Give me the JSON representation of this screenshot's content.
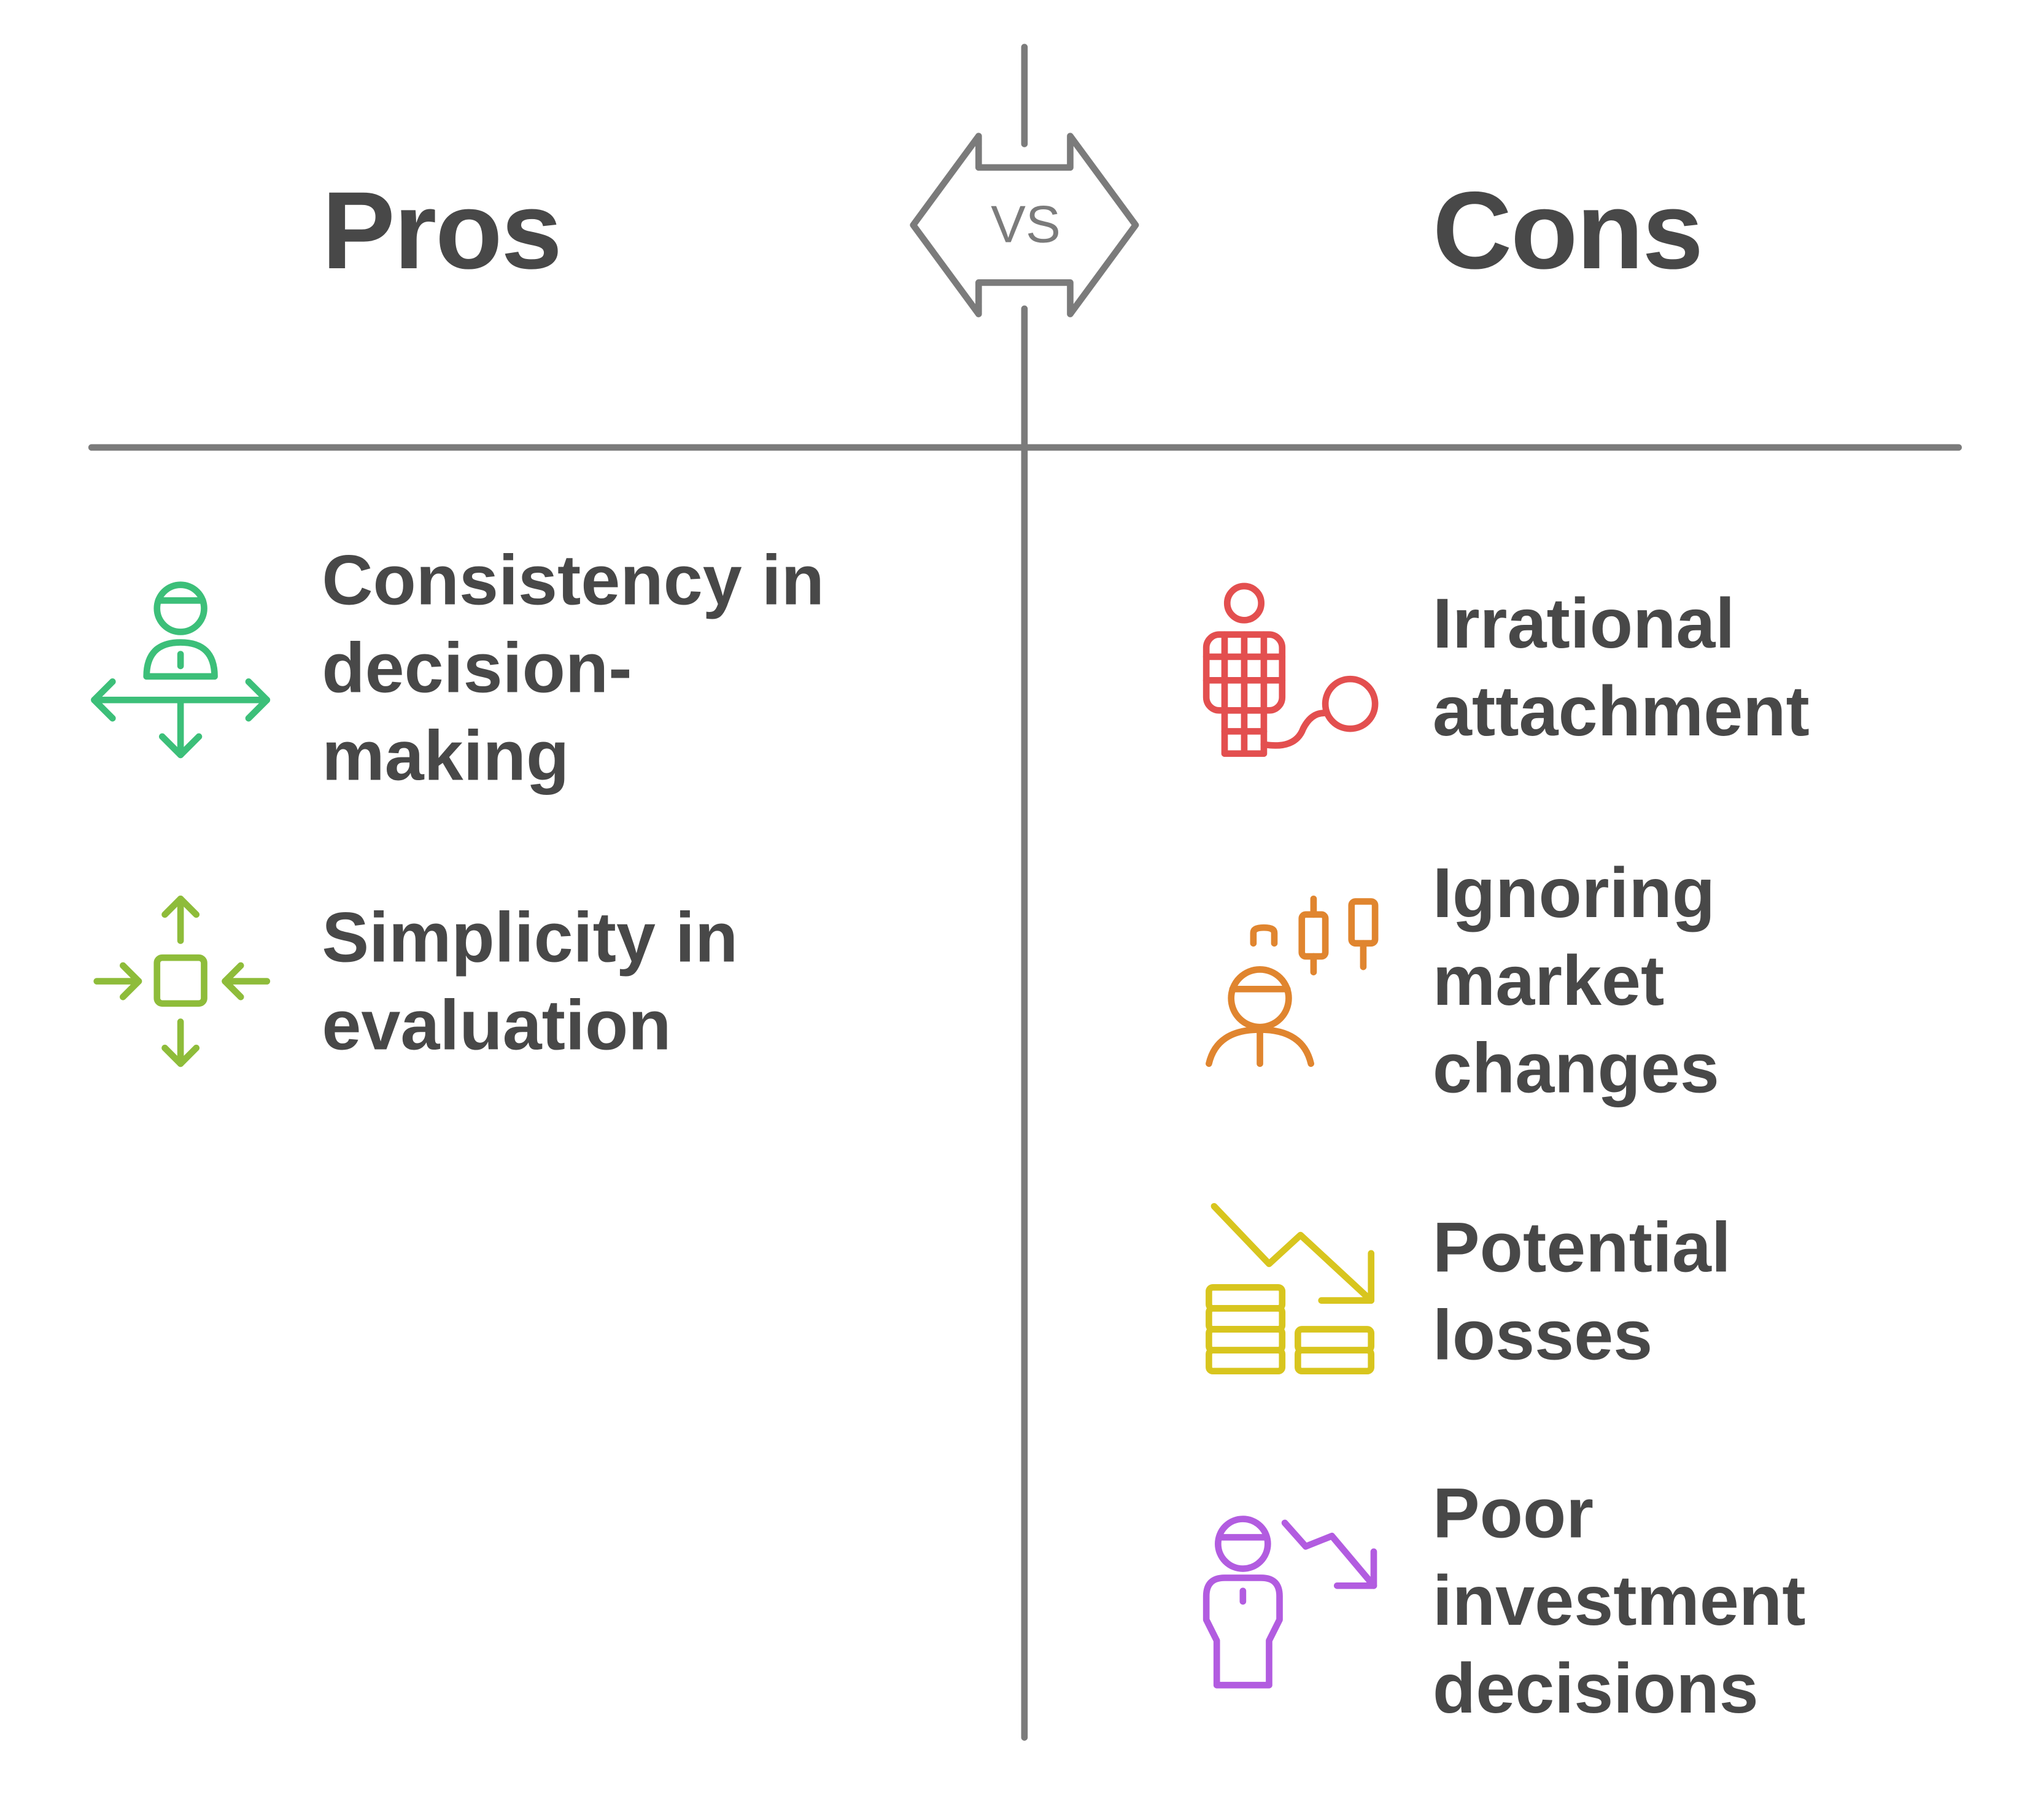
{
  "pros": {
    "heading": "Pros",
    "items": [
      {
        "label": "Consistency in\ndecision-\nmaking",
        "icon": "person-arrows-icon",
        "color": "#3cbf79"
      },
      {
        "label": "Simplicity in\nevaluation",
        "icon": "square-arrows-icon",
        "color": "#8ebc3a"
      }
    ]
  },
  "cons": {
    "heading": "Cons",
    "items": [
      {
        "label": "Irrational\nattachment",
        "icon": "person-ball-chain-icon",
        "color": "#e34f4f"
      },
      {
        "label": "Ignoring\nmarket\nchanges",
        "icon": "person-candlestick-icon",
        "color": "#e0852f"
      },
      {
        "label": "Potential\nlosses",
        "icon": "coins-downtrend-icon",
        "color": "#d8c51e"
      },
      {
        "label": "Poor\ninvestment\ndecisions",
        "icon": "person-downtrend-icon",
        "color": "#b25ce0"
      }
    ]
  },
  "vs_label": "VS",
  "divider_color": "#7b7b7b"
}
